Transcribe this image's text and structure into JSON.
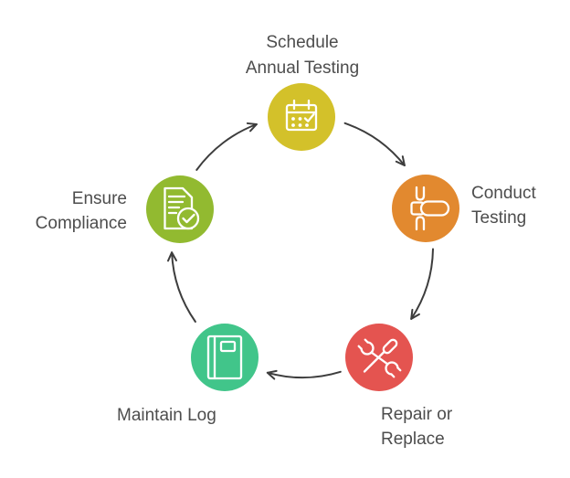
{
  "colors": {
    "background": "#ffffff",
    "arrow": "#3d3d3d",
    "text": "#4d4d4d"
  },
  "steps": [
    {
      "name": "schedule-annual-testing",
      "line1": "Schedule",
      "line2": "Annual Testing",
      "color": "#d3c12a",
      "icon": "calendar-check-icon"
    },
    {
      "name": "conduct-testing",
      "line1": "Conduct",
      "line2": "Testing",
      "color": "#e2892f",
      "icon": "pipe-tester-icon"
    },
    {
      "name": "repair-or-replace",
      "line1": "Repair or",
      "line2": "Replace",
      "color": "#e45450",
      "icon": "crossed-tools-icon"
    },
    {
      "name": "maintain-log",
      "line1": "Maintain Log",
      "color": "#41c58a",
      "icon": "notebook-icon"
    },
    {
      "name": "ensure-compliance",
      "line1": "Ensure",
      "line2": "Compliance",
      "color": "#92ba30",
      "icon": "document-check-icon"
    }
  ]
}
